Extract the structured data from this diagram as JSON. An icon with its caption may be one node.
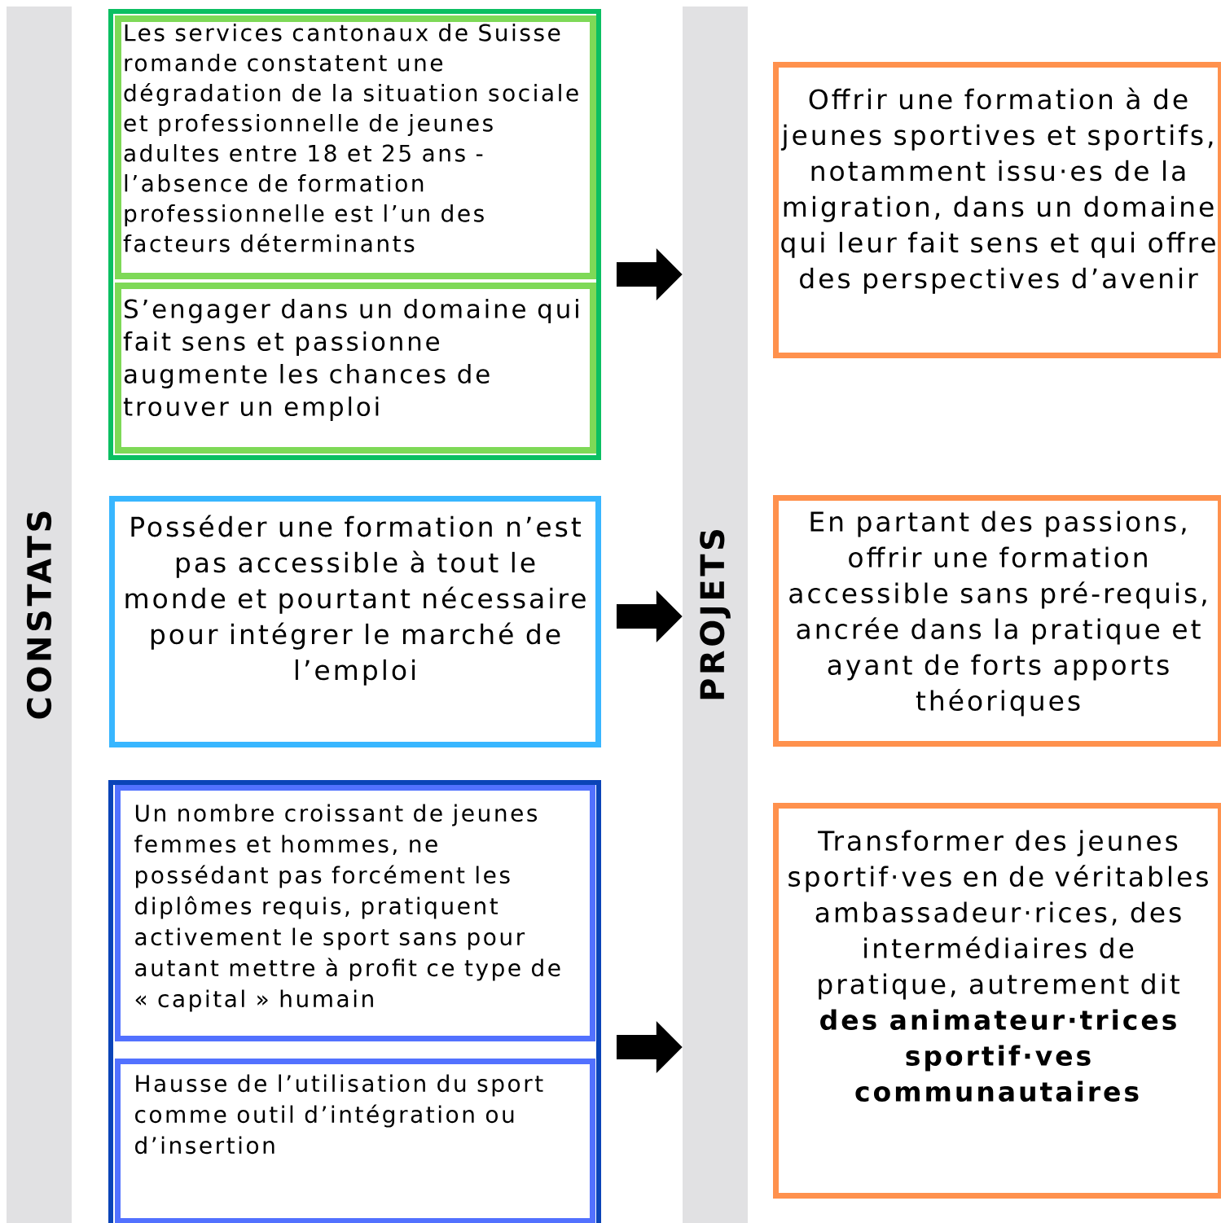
{
  "diagram": {
    "nodes": [
      {
        "text": [
          "CONSTATS"
        ]
      },
      {
        "text": [
          "PROJETS"
        ]
      },
      {
        "text": [],
        "shape": "box"
      },
      {
        "text": [
          "Les services cantonaux de Suisse romande constatent une dégradation de la situation sociale et professionnelle de jeunes adultes entre 18 et 25 ans - l’absence de formation professionnelle est l’un des facteurs déterminants"
        ],
        "in": 2
      },
      {
        "text": [
          "S’engager dans un domaine qui fait sens et passionne augmente les chances de trouver un emploi"
        ],
        "in": 2
      },
      {
        "text": [
          "Posséder une formation n’est pas accessible à tout le monde et pourtant nécessaire pour intégrer le marché de l’emploi"
        ]
      },
      {
        "text": [],
        "shape": "box"
      },
      {
        "text": [
          "Un nombre croissant de jeunes femmes et hommes, ne possédant pas forcément les diplômes requis, pratiquent activement le sport sans pour autant mettre à profit ce type de « capital » humain"
        ],
        "in": 6
      },
      {
        "text": [
          "Hausse de l’utilisation du sport comme outil d’intégration ou d’insertion"
        ],
        "in": 6
      },
      {
        "text": [
          "Offrir une formation à de jeunes sportives et sportifs, notamment issu·es de la migration, dans un domaine qui leur fait sens et qui offre des perspectives d’avenir"
        ]
      },
      {
        "text": [
          "En partant des passions, offrir une formation accessible sans pré-requis, ancrée dans la pratique et ayant de forts apports théoriques"
        ]
      },
      {
        "text": [
          "Transformer des jeunes sportif·ves en de véritables ambassadeur·rices, des intermédiaires de pratique, autrement dit **des animateur·trices sportif·ves communautaires**"
        ]
      }
    ],
    "edges": [
      {
        "from": 2,
        "to": 1,
        "arrow": "to"
      },
      {
        "from": 5,
        "to": 1,
        "arrow": "to"
      },
      {
        "from": 6,
        "to": 1,
        "arrow": "to"
      }
    ]
  }
}
